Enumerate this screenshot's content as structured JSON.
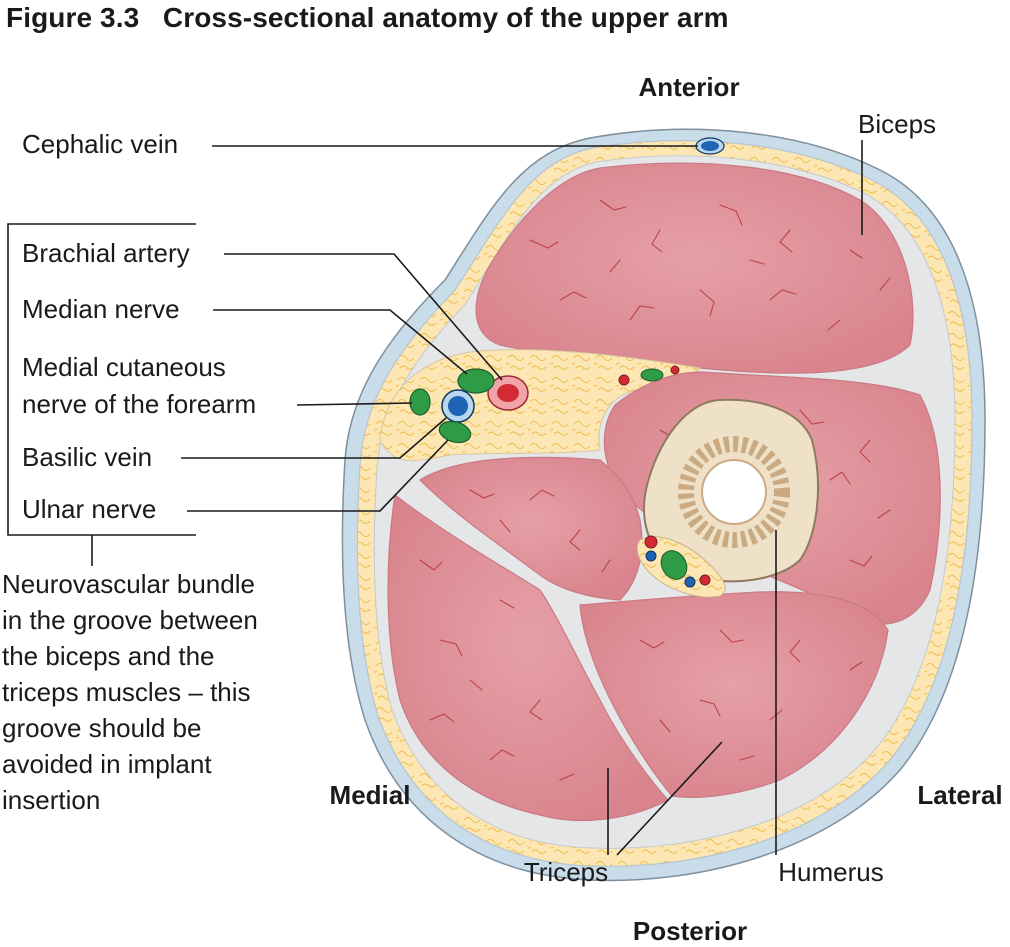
{
  "figure": {
    "number": "Figure 3.3",
    "title": "Cross-sectional anatomy of the upper arm"
  },
  "orientation": {
    "anterior": "Anterior",
    "posterior": "Posterior",
    "medial": "Medial",
    "lateral": "Lateral"
  },
  "labels": {
    "cephalic_vein": "Cephalic vein",
    "biceps": "Biceps",
    "brachial_artery": "Brachial artery",
    "median_nerve": "Median nerve",
    "medial_cutaneous_line1": "Medial cutaneous",
    "medial_cutaneous_line2": "nerve of the forearm",
    "basilic_vein": "Basilic vein",
    "ulnar_nerve": "Ulnar nerve",
    "triceps": "Triceps",
    "humerus": "Humerus"
  },
  "note_lines": [
    "Neurovascular bundle",
    "in the groove between",
    "the biceps and the",
    "triceps muscles – this",
    "groove should be",
    "avoided in implant",
    "insertion"
  ],
  "colors": {
    "skin": "#c9dcea",
    "fat": "#fbe6b4",
    "fat_cell": "#f1bd4a",
    "fascia": "#e4e6e8",
    "muscle": "#d9848d",
    "muscle_highlight": "#e6a0a7",
    "fiber": "#b5313c",
    "bone_cortex": "#efe0c8",
    "marrow": "#c9aa83",
    "artery": "#d42a35",
    "vein": "#1f63b5",
    "nerve": "#2e9c46"
  }
}
